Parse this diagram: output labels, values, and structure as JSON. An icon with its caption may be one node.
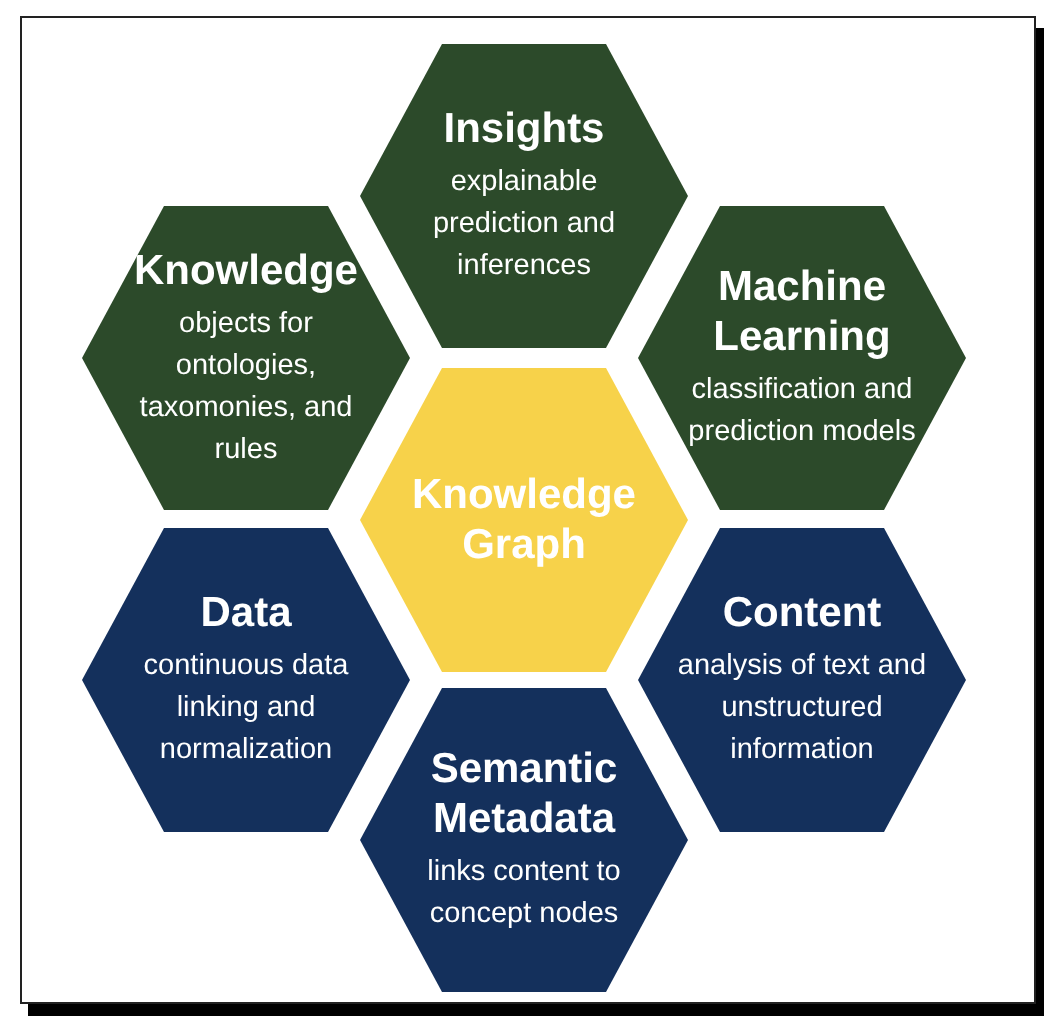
{
  "diagram": {
    "nodes": [
      {
        "text": [
          "Insights",
          "explainable prediction and inferences"
        ]
      },
      {
        "text": [
          "Knowledge",
          "objects for ontologies, taxomonies, and rules"
        ]
      },
      {
        "text": [
          "Machine Learning",
          "classification and prediction models"
        ]
      },
      {
        "text": [
          "Knowledge Graph"
        ]
      },
      {
        "text": [
          "Data",
          "continuous data linking and normalization"
        ]
      },
      {
        "text": [
          "Content",
          "analysis of text and unstructured information"
        ]
      },
      {
        "text": [
          "Semantic Metadata",
          "links content to concept nodes"
        ]
      }
    ],
    "edges": []
  }
}
